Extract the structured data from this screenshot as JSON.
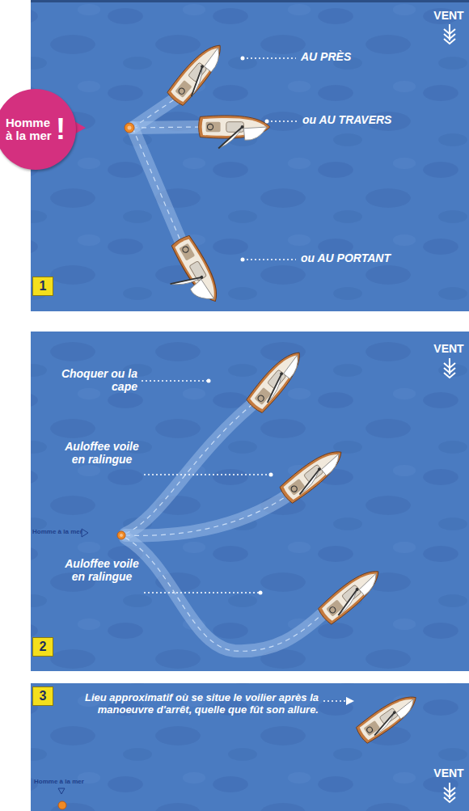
{
  "diagram": {
    "nodes": [
      {
        "text": [
          "Homme à la mer",
          "!"
        ]
      },
      {
        "text": [
          "1"
        ]
      },
      {
        "text": [
          "2"
        ]
      },
      {
        "text": [
          "3"
        ]
      }
    ],
    "labels": [
      "VENT",
      "AU PRÈS",
      "ou AU TRAVERS",
      "ou AU PORTANT",
      "VENT",
      "Choquer ou la cape",
      "Auloffee voile en ralingue",
      "Homme à la mer",
      "Auloffee voile en ralingue",
      "Lieu approximatif où se situe le voilier après la manoeuvre d'arrêt, quelle que fût son allure.",
      "Homme à la mer",
      "VENT"
    ]
  }
}
